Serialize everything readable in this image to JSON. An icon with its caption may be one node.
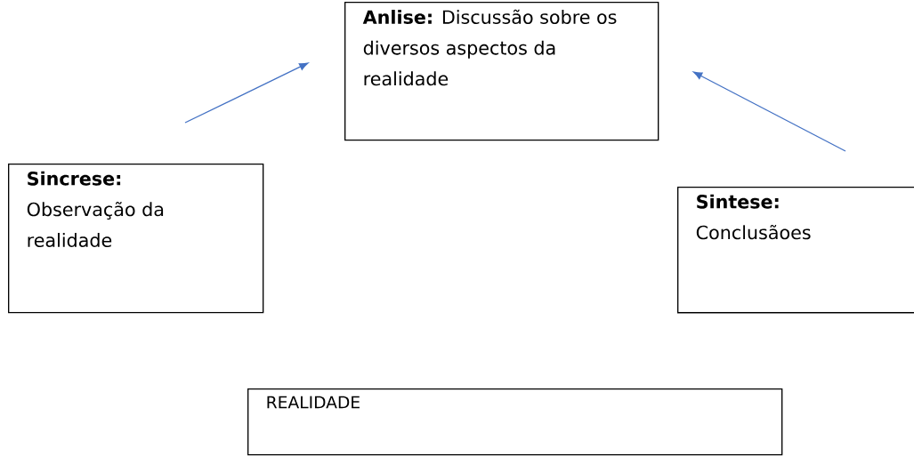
{
  "diagram": {
    "nodes": [
      {
        "text": [
          "**Anlise:** Discussão sobre os diversos aspectos da realidade"
        ]
      },
      {
        "text": [
          "Sincrese:",
          "Observação da realidade"
        ]
      },
      {
        "text": [
          "Sintese:",
          "Conclusãoes"
        ]
      },
      {
        "text": [
          "REALIDADE"
        ]
      }
    ],
    "edges": [
      {
        "from": 1,
        "to": 0,
        "arrow": "to"
      },
      {
        "from": 2,
        "to": 0,
        "arrow": "to"
      }
    ]
  }
}
